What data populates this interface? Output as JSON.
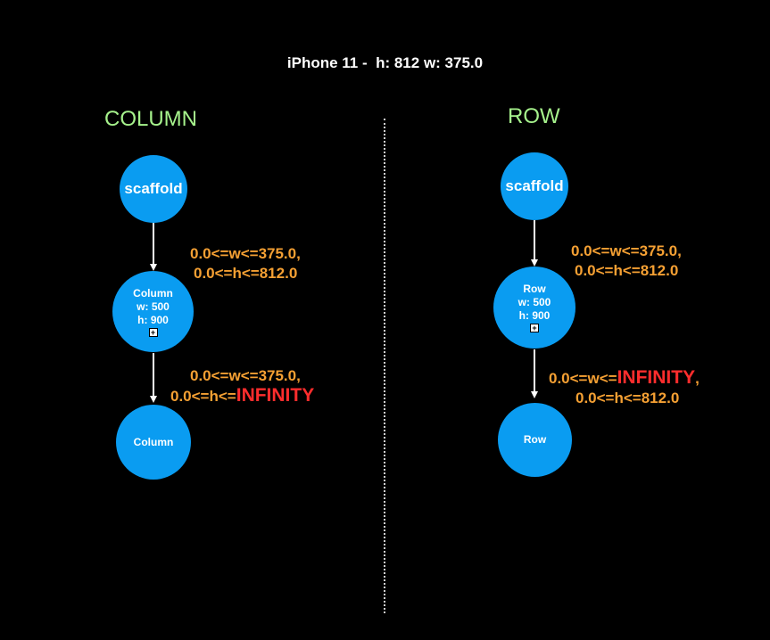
{
  "title": "iPhone 11 -  h: 812 w: 375.0",
  "colors": {
    "background": "#000000",
    "node": "#0a9cf1",
    "section_label": "#a6f28c",
    "constraint": "#f5a033",
    "infinity": "#ff2d2d"
  },
  "column": {
    "label": "COLUMN",
    "root": "scaffold",
    "middle": {
      "name": "Column",
      "w": "w: 500",
      "h": "h: 900"
    },
    "leaf": "Column",
    "constraint1": {
      "line1": "0.0<=w<=375.0,",
      "line2": "0.0<=h<=812.0"
    },
    "constraint2": {
      "line1": "0.0<=w<=375.0,",
      "line2_prefix": "0.0<=h<=",
      "line2_infinity": "INFINITY"
    }
  },
  "row": {
    "label": "ROW",
    "root": "scaffold",
    "middle": {
      "name": "Row",
      "w": "w: 500",
      "h": "h: 900"
    },
    "leaf": "Row",
    "constraint1": {
      "line1": "0.0<=w<=375.0,",
      "line2": "0.0<=h<=812.0"
    },
    "constraint2": {
      "line1_prefix": "0.0<=w<=",
      "line1_infinity": "INFINITY",
      "line1_suffix": ",",
      "line2": "0.0<=h<=812.0"
    }
  }
}
